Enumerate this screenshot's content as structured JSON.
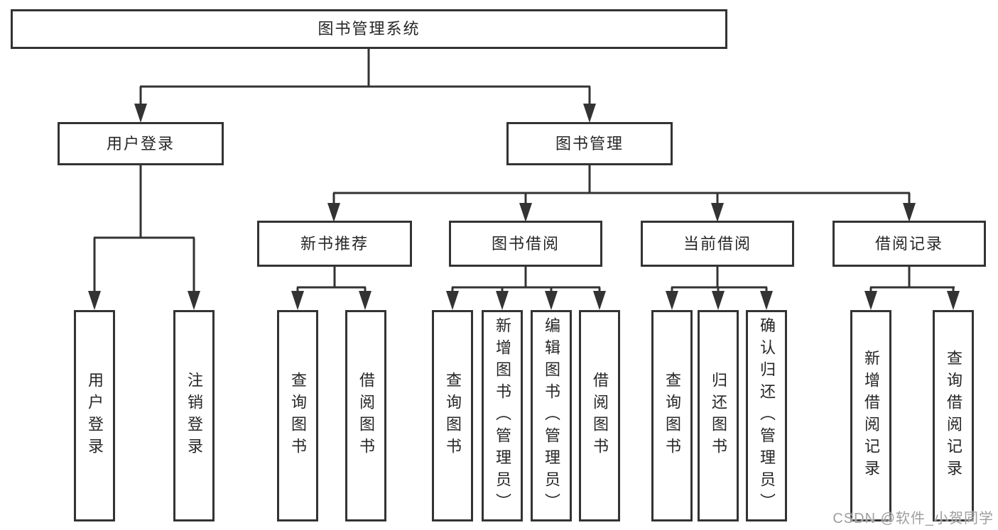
{
  "diagram": {
    "root": {
      "label": "图书管理系统"
    },
    "branches": [
      {
        "label": "用户登录",
        "children": [
          "用户登录",
          "注销登录"
        ]
      },
      {
        "label": "图书管理",
        "groups": [
          {
            "label": "新书推荐",
            "children": [
              "查询图书",
              "借阅图书"
            ]
          },
          {
            "label": "图书借阅",
            "children": [
              "查询图书",
              "新增图书（管理员）",
              "编辑图书（管理员）",
              "借阅图书"
            ]
          },
          {
            "label": "当前借阅",
            "children": [
              "查询图书",
              "归还图书",
              "确认归还（管理员）"
            ]
          },
          {
            "label": "借阅记录",
            "children": [
              "新增借阅记录",
              "查询借阅记录"
            ]
          }
        ]
      }
    ]
  },
  "watermark": {
    "text": "CSDN @软件_小贺同学"
  },
  "colors": {
    "line": "#333333",
    "text": "#262626",
    "box_bg": "#ffffff",
    "background": "#ffffff",
    "watermark": "#9e9e9e"
  }
}
